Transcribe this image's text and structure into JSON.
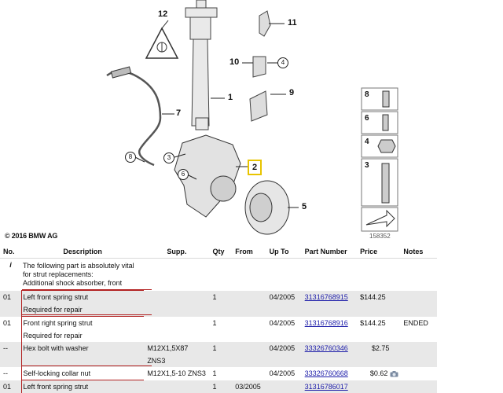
{
  "diagram": {
    "callouts": [
      "12",
      "11",
      "10",
      "4",
      "9",
      "1",
      "7",
      "3",
      "8",
      "2",
      "6",
      "5"
    ],
    "side_legend": [
      {
        "num": "8"
      },
      {
        "num": "6"
      },
      {
        "num": "4"
      },
      {
        "num": "3"
      }
    ],
    "figure_number": "158352",
    "copyright": "© 2016 BMW AG",
    "highlight_color": "#e8c400"
  },
  "table": {
    "headers": {
      "no": "No.",
      "description": "Description",
      "supp": "Supp.",
      "qty": "Qty",
      "from": "From",
      "upto": "Up To",
      "part_number": "Part Number",
      "price": "Price",
      "notes": "Notes"
    },
    "info_row": {
      "no": "i",
      "line1": "The following part is absolutely vital",
      "line2": "for strut replacements:",
      "line3": "Additional shock absorber, front"
    },
    "rows": [
      {
        "no": "01",
        "description": "Left front spring strut",
        "supp": "",
        "qty": "1",
        "from": "",
        "upto": "04/2005",
        "part_number": "31316768915",
        "price": "$144.25",
        "notes": "",
        "sub": "Required for repair"
      },
      {
        "no": "01",
        "description": "Front right spring strut",
        "supp": "",
        "qty": "1",
        "from": "",
        "upto": "04/2005",
        "part_number": "31316768916",
        "price": "$144.25",
        "notes": "ENDED",
        "sub": "Required for repair"
      },
      {
        "no": "--",
        "description": "Hex bolt with washer",
        "supp": "M12X1,5X87 ZNS3",
        "qty": "1",
        "from": "",
        "upto": "04/2005",
        "part_number": "33326760346",
        "price": "$2.75",
        "notes": ""
      },
      {
        "no": "--",
        "description": "Self-locking collar nut",
        "supp": "M12X1,5-10 ZNS3",
        "qty": "1",
        "from": "",
        "upto": "04/2005",
        "part_number": "33326760668",
        "price": "$0.62",
        "notes": ""
      },
      {
        "no": "01",
        "description": "Left front spring strut",
        "supp": "",
        "qty": "1",
        "from": "03/2005",
        "upto": "",
        "part_number": "31316786017",
        "price": "",
        "notes": ""
      }
    ]
  },
  "colors": {
    "accent_red": "#b22020",
    "link": "#1a1aa8",
    "row_shade": "#e8e8e8"
  }
}
